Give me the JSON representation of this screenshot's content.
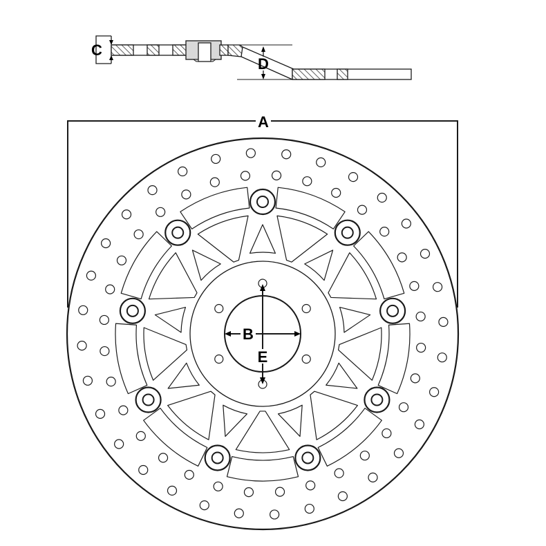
{
  "labels": {
    "outer_diameter": "A",
    "center_bore": "B",
    "thickness": "C",
    "offset": "D",
    "bolt_circle": "E"
  },
  "disc": {
    "floating_buttons": 9,
    "mounting_holes": 6
  },
  "colors": {
    "line": "#1a1a1a",
    "button_fill": "#d9d9d9",
    "background": "#ffffff"
  }
}
